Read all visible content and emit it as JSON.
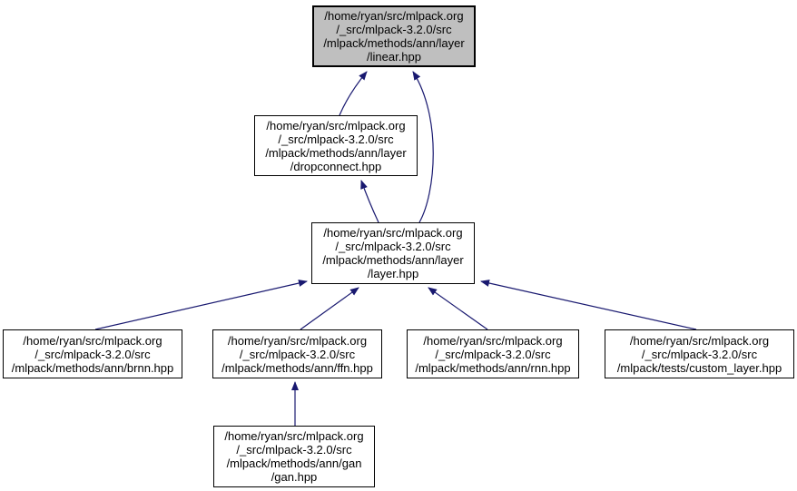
{
  "diagram": {
    "type": "include-dependency-graph",
    "colors": {
      "arrow": "#191970",
      "node_border": "#000000",
      "node_fill": "#ffffff",
      "highlighted_node_fill": "#bfbfbf",
      "text": "#000000",
      "background": "#ffffff"
    },
    "nodes": {
      "linear": {
        "highlighted": true,
        "lines": {
          "0": "/home/ryan/src/mlpack.org",
          "1": "/_src/mlpack-3.2.0/src",
          "2": "/mlpack/methods/ann/layer",
          "3": "/linear.hpp"
        }
      },
      "dropconnect": {
        "highlighted": false,
        "lines": {
          "0": "/home/ryan/src/mlpack.org",
          "1": "/_src/mlpack-3.2.0/src",
          "2": "/mlpack/methods/ann/layer",
          "3": "/dropconnect.hpp"
        }
      },
      "layer": {
        "highlighted": false,
        "lines": {
          "0": "/home/ryan/src/mlpack.org",
          "1": "/_src/mlpack-3.2.0/src",
          "2": "/mlpack/methods/ann/layer",
          "3": "/layer.hpp"
        }
      },
      "brnn": {
        "highlighted": false,
        "lines": {
          "0": "/home/ryan/src/mlpack.org",
          "1": "/_src/mlpack-3.2.0/src",
          "2": "/mlpack/methods/ann/brnn.hpp"
        }
      },
      "ffn": {
        "highlighted": false,
        "lines": {
          "0": "/home/ryan/src/mlpack.org",
          "1": "/_src/mlpack-3.2.0/src",
          "2": "/mlpack/methods/ann/ffn.hpp"
        }
      },
      "rnn": {
        "highlighted": false,
        "lines": {
          "0": "/home/ryan/src/mlpack.org",
          "1": "/_src/mlpack-3.2.0/src",
          "2": "/mlpack/methods/ann/rnn.hpp"
        }
      },
      "custom_layer": {
        "highlighted": false,
        "lines": {
          "0": "/home/ryan/src/mlpack.org",
          "1": "/_src/mlpack-3.2.0/src",
          "2": "/mlpack/tests/custom_layer.hpp"
        }
      },
      "gan": {
        "highlighted": false,
        "lines": {
          "0": "/home/ryan/src/mlpack.org",
          "1": "/_src/mlpack-3.2.0/src",
          "2": "/mlpack/methods/ann/gan",
          "3": "/gan.hpp"
        }
      }
    },
    "edges": [
      {
        "from": "dropconnect",
        "to": "linear"
      },
      {
        "from": "layer",
        "to": "linear"
      },
      {
        "from": "layer",
        "to": "dropconnect"
      },
      {
        "from": "brnn",
        "to": "layer"
      },
      {
        "from": "ffn",
        "to": "layer"
      },
      {
        "from": "rnn",
        "to": "layer"
      },
      {
        "from": "custom_layer",
        "to": "layer"
      },
      {
        "from": "gan",
        "to": "ffn"
      }
    ]
  }
}
